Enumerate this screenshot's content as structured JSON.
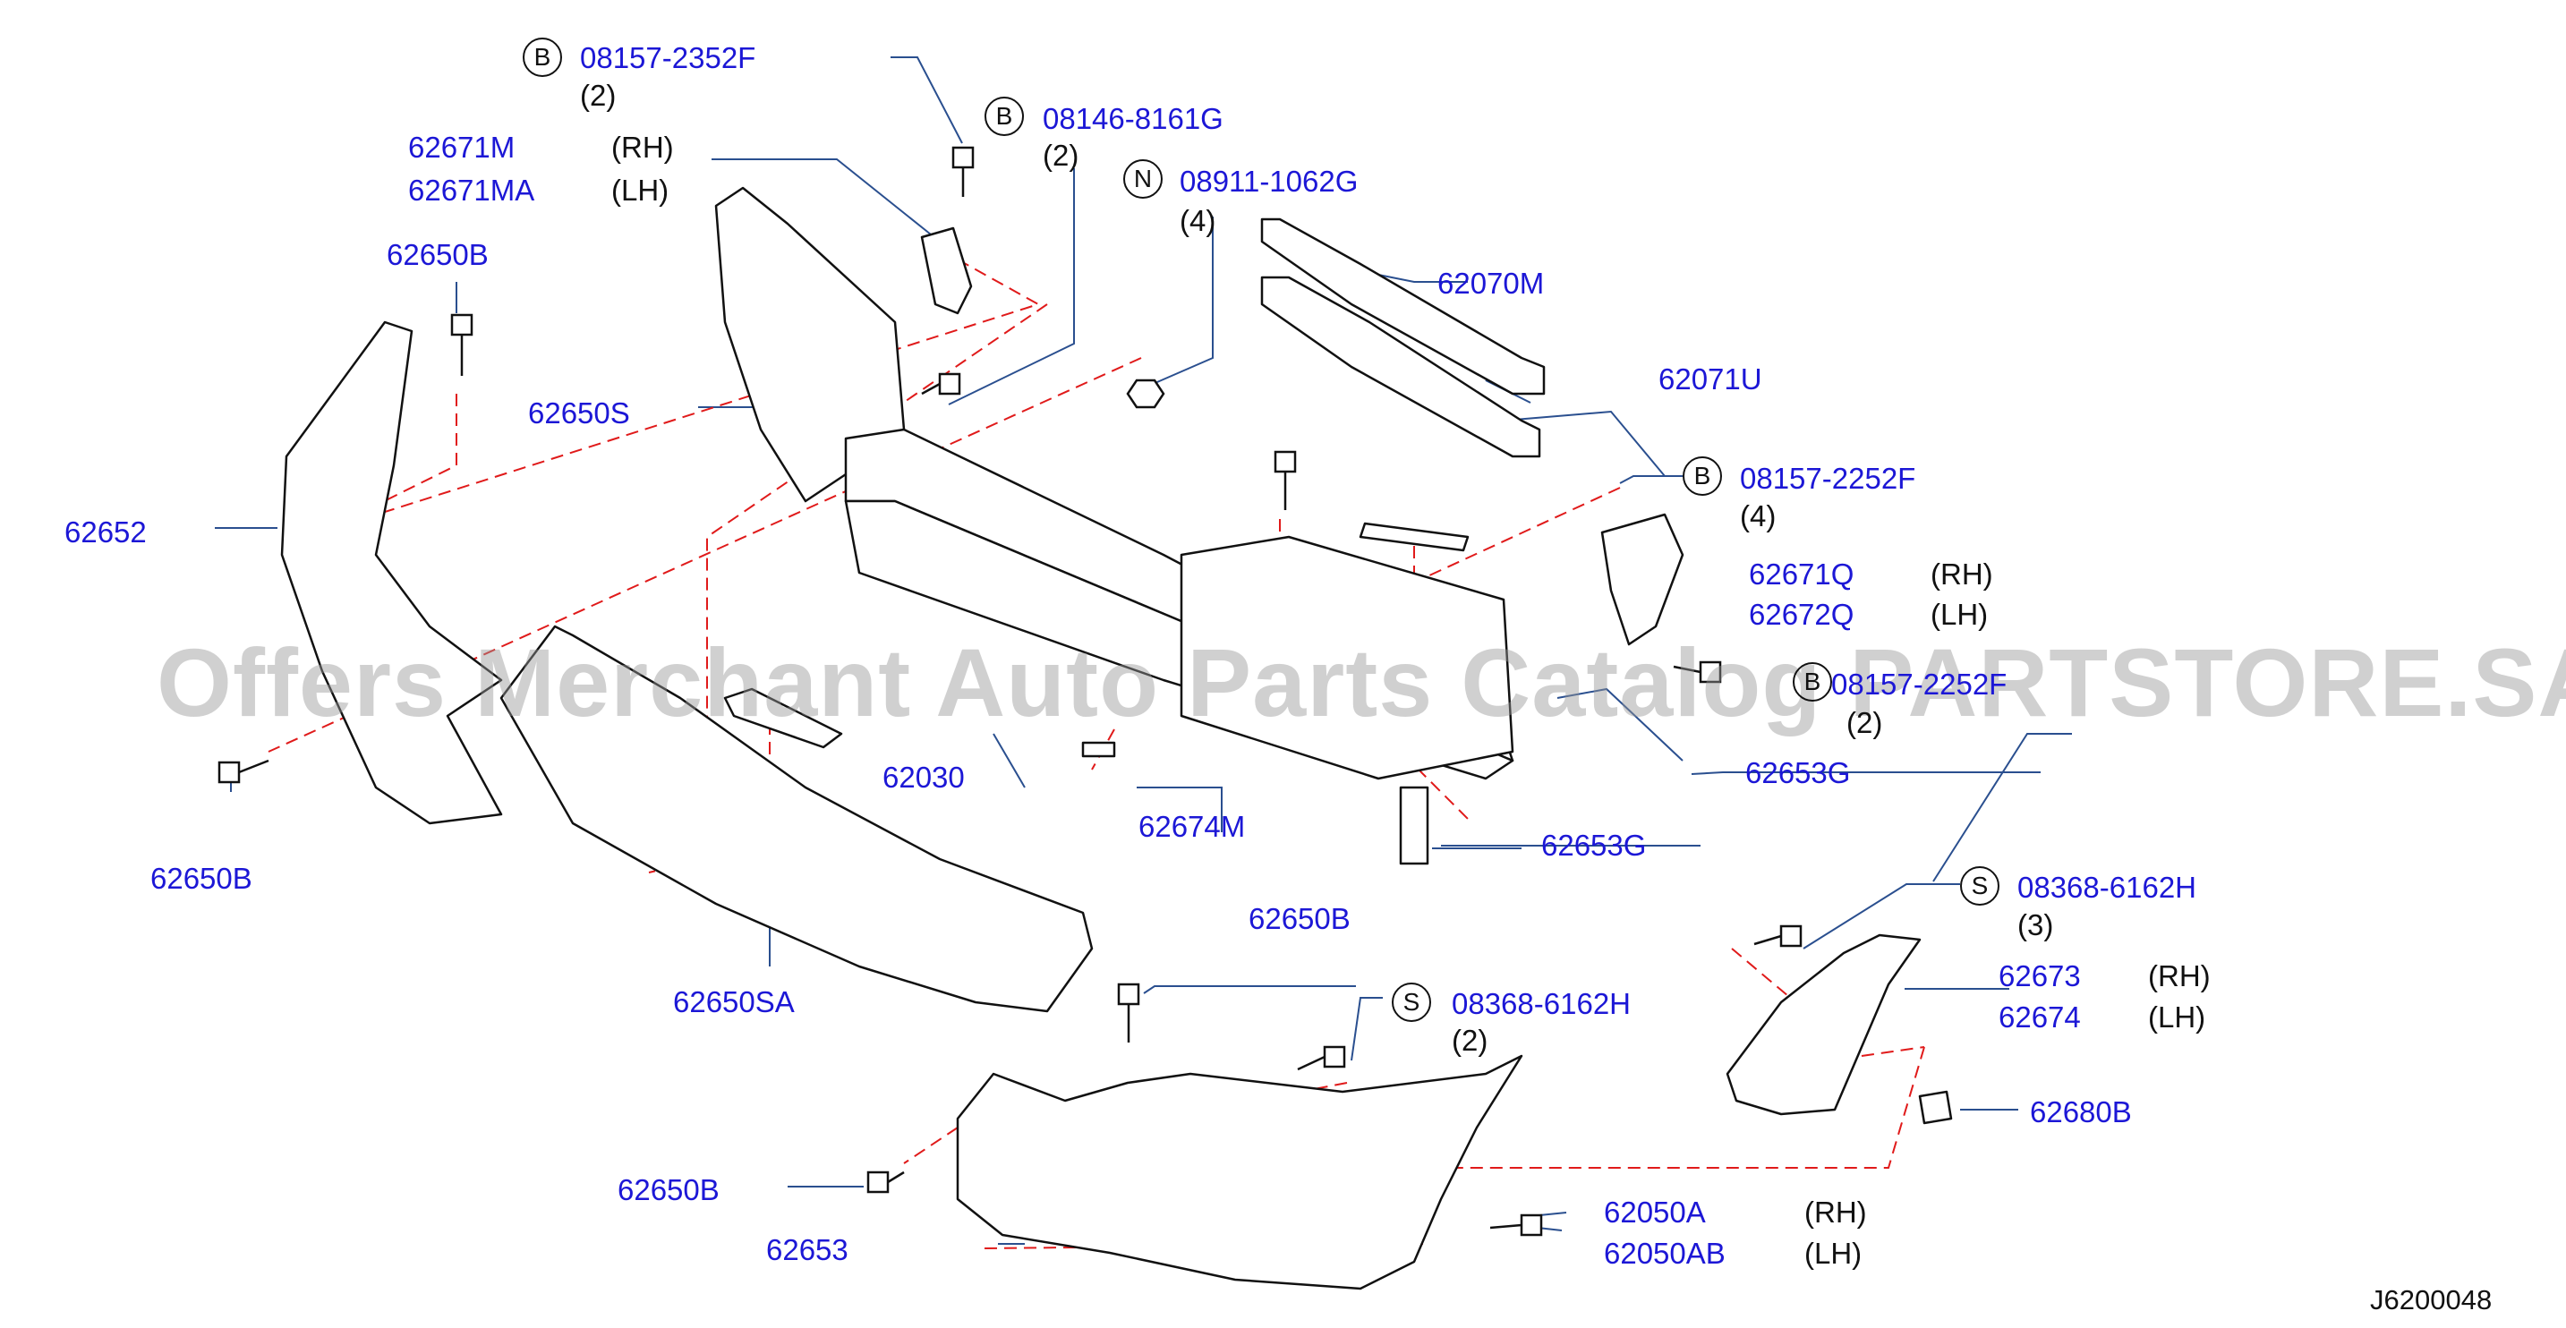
{
  "callouts": [
    {
      "prefix": "B",
      "part": "08157-2352F",
      "qty": "(2)"
    },
    {
      "prefix": "B",
      "part": "08146-8161G",
      "qty": "(2)"
    },
    {
      "prefix": "N",
      "part": "08911-1062G",
      "qty": "(4)"
    },
    {
      "prefix": "B",
      "part": "08157-2252F",
      "qty": "(4)"
    },
    {
      "prefix": "B",
      "part": "08157-2252F",
      "qty": "(2)"
    },
    {
      "prefix": "S",
      "part": "08368-6162H",
      "qty": "(3)"
    },
    {
      "prefix": "S",
      "part": "08368-6162H",
      "qty": "(2)"
    }
  ],
  "parts": {
    "p62671M": "62671M",
    "p62671MA": "62671MA",
    "p62650B_a": "62650B",
    "p62650S": "62650S",
    "p62652": "62652",
    "p62650B_b": "62650B",
    "p62070M": "62070M",
    "p62071U": "62071U",
    "p62671Q": "62671Q",
    "p62672Q": "62672Q",
    "p62653G_a": "62653G",
    "p62030": "62030",
    "p62674M": "62674M",
    "p62653G_b": "62653G",
    "p62650SA": "62650SA",
    "p62650B_c": "62650B",
    "p62673": "62673",
    "p62674": "62674",
    "p62680B": "62680B",
    "p62650B_d": "62650B",
    "p62653": "62653",
    "p62050A": "62050A",
    "p62050AB": "62050AB"
  },
  "sides": {
    "rh": "(RH)",
    "lh": "(LH)"
  },
  "watermark": "Offers Merchant Auto Parts Catalog PARTSTORE.SA",
  "ref_code": "J6200048"
}
